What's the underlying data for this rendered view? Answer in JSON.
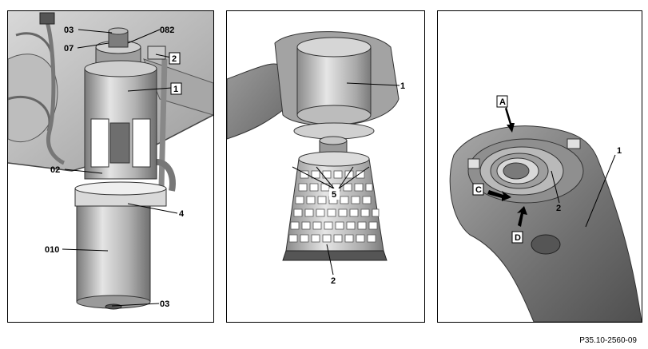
{
  "figure_ref": "P35.10-2560-09",
  "panels": [
    {
      "name": "left",
      "labels": {
        "l03top": "03",
        "l07": "07",
        "l082": "082",
        "l2": "2",
        "l1": "1",
        "l02": "02",
        "l4": "4",
        "l010": "010",
        "l03bot": "03"
      }
    },
    {
      "name": "middle",
      "labels": {
        "l1": "1",
        "l5": "5",
        "l2": "2"
      }
    },
    {
      "name": "right",
      "labels": {
        "lA": "A",
        "lC": "C",
        "lD": "D",
        "l2": "2",
        "l1": "1"
      }
    }
  ]
}
